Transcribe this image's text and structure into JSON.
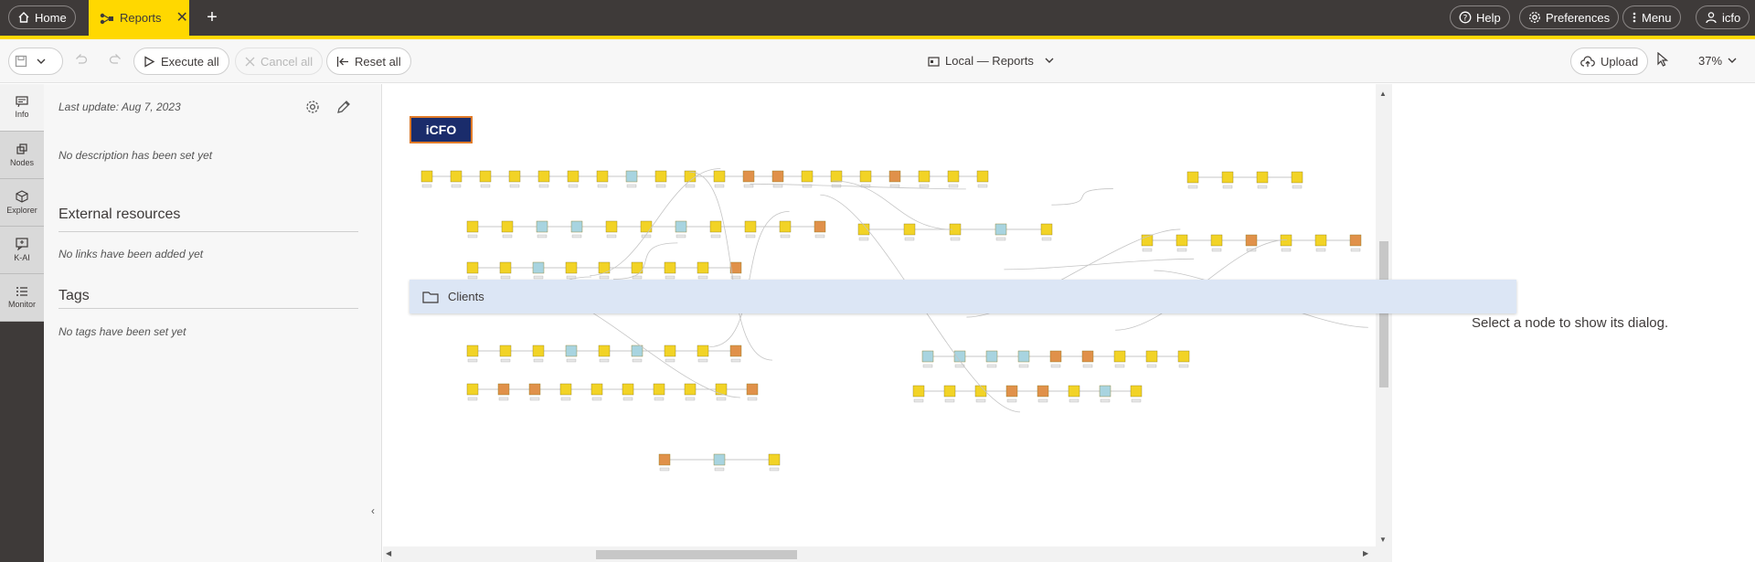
{
  "tabs": {
    "home_label": "Home",
    "active_label": "Reports"
  },
  "header_right": {
    "help": "Help",
    "preferences": "Preferences",
    "menu": "Menu",
    "user": "icfo"
  },
  "toolbar": {
    "execute_all": "Execute all",
    "cancel_all": "Cancel all",
    "reset_all": "Reset all",
    "breadcrumb": "Local — Reports",
    "upload": "Upload",
    "zoom": "37%"
  },
  "rail": {
    "items": [
      {
        "label": "Info",
        "icon": "info-icon"
      },
      {
        "label": "Nodes",
        "icon": "nodes-icon"
      },
      {
        "label": "Explorer",
        "icon": "explorer-icon"
      },
      {
        "label": "K-AI",
        "icon": "kai-icon"
      },
      {
        "label": "Monitor",
        "icon": "monitor-icon"
      }
    ]
  },
  "info_panel": {
    "last_update": "Last update: Aug 7, 2023",
    "description_empty": "No description has been set yet",
    "external_resources_title": "External resources",
    "links_empty": "No links have been added yet",
    "tags_title": "Tags",
    "tags_empty": "No tags have been set yet"
  },
  "canvas": {
    "logo_text": "iCFO",
    "component_label": "Clients"
  },
  "right_panel": {
    "message": "Select a node to show its dialog."
  },
  "colors": {
    "topbar": "#3e3a39",
    "accent": "#ffd800",
    "node_manipulator": "#f2d326",
    "node_reader": "#e0914a",
    "node_loop": "#a8d4e0",
    "logo_bg": "#1a2c6b"
  }
}
